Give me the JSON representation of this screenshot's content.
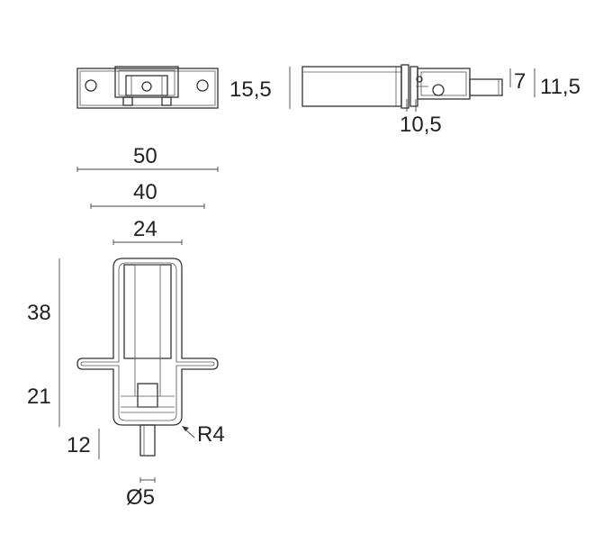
{
  "drawing": {
    "line_color": "#333333",
    "text_color": "#222222",
    "background": "#ffffff"
  },
  "dimensions": {
    "side_height": "15,5",
    "flange_gap": "10,5",
    "pin_height": "7",
    "total_height": "11,5",
    "width_outer": "50",
    "width_middle": "40",
    "width_inner": "24",
    "height_upper": "38",
    "height_lower": "21",
    "pin_length": "12",
    "radius": "R4",
    "pin_diameter": "Ø5"
  }
}
